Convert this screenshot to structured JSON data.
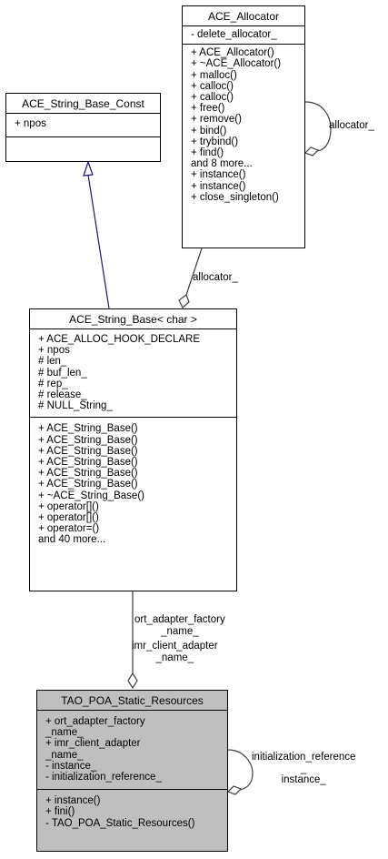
{
  "classes": {
    "allocator": {
      "title": "ACE_Allocator",
      "attributes": [
        "- delete_allocator_"
      ],
      "methods": [
        "+ ACE_Allocator()",
        "+ ~ACE_Allocator()",
        "+ malloc()",
        "+ calloc()",
        "+ calloc()",
        "+ free()",
        "+ remove()",
        "+ bind()",
        "+ trybind()",
        "+ find()",
        "and 8 more...",
        "+ instance()",
        "+ instance()",
        "+ close_singleton()"
      ]
    },
    "string_base_const": {
      "title": "ACE_String_Base_Const",
      "attributes": [
        "+ npos"
      ],
      "methods": []
    },
    "string_base": {
      "title": "ACE_String_Base< char >",
      "attributes": [
        "+ ACE_ALLOC_HOOK_DECLARE",
        "+ npos",
        "# len_",
        "# buf_len_",
        "# rep_",
        "# release_",
        "# NULL_String_"
      ],
      "methods": [
        "+ ACE_String_Base()",
        "+ ACE_String_Base()",
        "+ ACE_String_Base()",
        "+ ACE_String_Base()",
        "+ ACE_String_Base()",
        "+ ACE_String_Base()",
        "+ ~ACE_String_Base()",
        "+ operator[]()",
        "+ operator[]()",
        "+ operator=()",
        "and 40 more..."
      ]
    },
    "static_resources": {
      "title": "TAO_POA_Static_Resources",
      "attributes": [
        "+ ort_adapter_factory",
        "_name_",
        "+ imr_client_adapter",
        "_name_",
        "- instance_",
        "- initialization_reference_"
      ],
      "methods": [
        "+ instance()",
        "+ fini()",
        "- TAO_POA_Static_Resources()"
      ]
    }
  },
  "edge_labels": {
    "allocator_self": "allocator_",
    "allocator_to_string_base": "allocator_",
    "ort_line1": "ort_adapter_factory",
    "ort_line2": "_name_",
    "imr_line1": "imr_client_adapter",
    "imr_line2": "_name_",
    "init_line1": "initialization_reference",
    "init_line2": "_",
    "init_line3": "instance_"
  },
  "colors": {
    "inheritance_edge": "#191970",
    "association_edge": "#404040",
    "highlight_fill": "#bfbfbf"
  }
}
